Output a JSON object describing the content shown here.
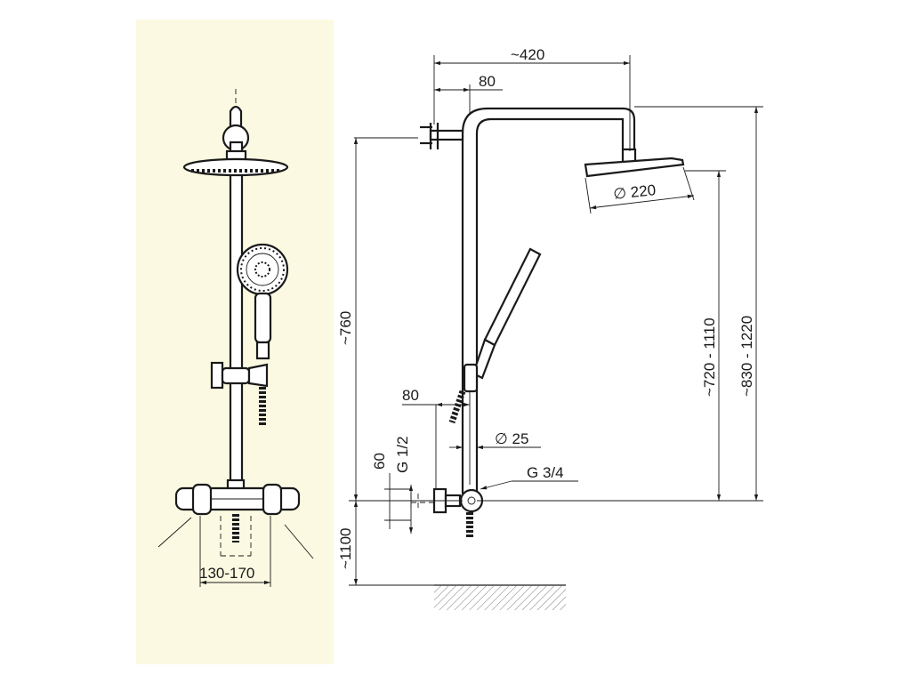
{
  "colors": {
    "background": "#ffffff",
    "panel": "#fbf9e1",
    "ink": "#1a1a1a"
  },
  "front_view": {
    "outlet_spacing": "130-170"
  },
  "side_view": {
    "arm_reach": "~420",
    "wall_bracket_depth": "80",
    "shower_head_diameter": "∅ 220",
    "column_height": "~760",
    "mixer_wall_distance": "80",
    "inlet_thread": "G 1/2",
    "inlet_height": "60",
    "pipe_diameter": "∅ 25",
    "outlet_thread": "G 3/4",
    "head_height_range": "~720 - 1110",
    "total_height_range": "~830 - 1220",
    "floor_height": "~1100"
  }
}
